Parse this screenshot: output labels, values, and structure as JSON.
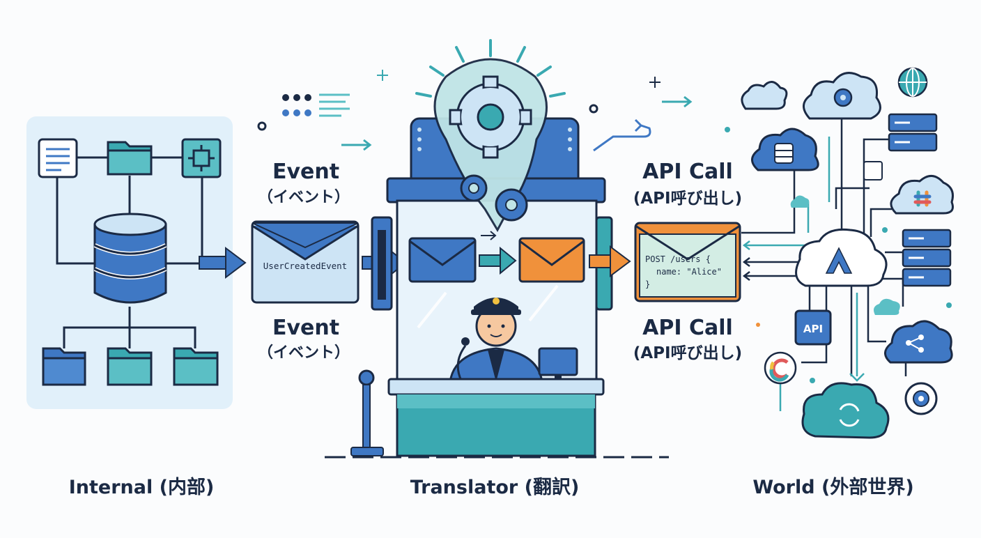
{
  "labels": {
    "event_top_main": "Event",
    "event_top_sub": "（イベント）",
    "event_bottom_main": "Event",
    "event_bottom_sub": "（イベント）",
    "api_top_main": "API Call",
    "api_top_sub": "(API呼び出し)",
    "api_bottom_main": "API Call",
    "api_bottom_sub": "(API呼び出し)"
  },
  "event_envelope": {
    "text": "UserCreatedEvent"
  },
  "api_envelope": {
    "line1": "POST /users {",
    "line2": "name: \"Alice\"",
    "line3": "}"
  },
  "world_badges": {
    "api_badge": "API"
  },
  "captions": {
    "internal": "Internal (内部)",
    "translator": "Translator (翻訳)",
    "world": "World (外部世界)"
  },
  "colors": {
    "navy": "#1b2a44",
    "blue": "#3f78c4",
    "light_blue": "#cde4f5",
    "teal": "#3aa9b1",
    "orange": "#f0913b",
    "panel_bg": "#e1f0fa"
  }
}
